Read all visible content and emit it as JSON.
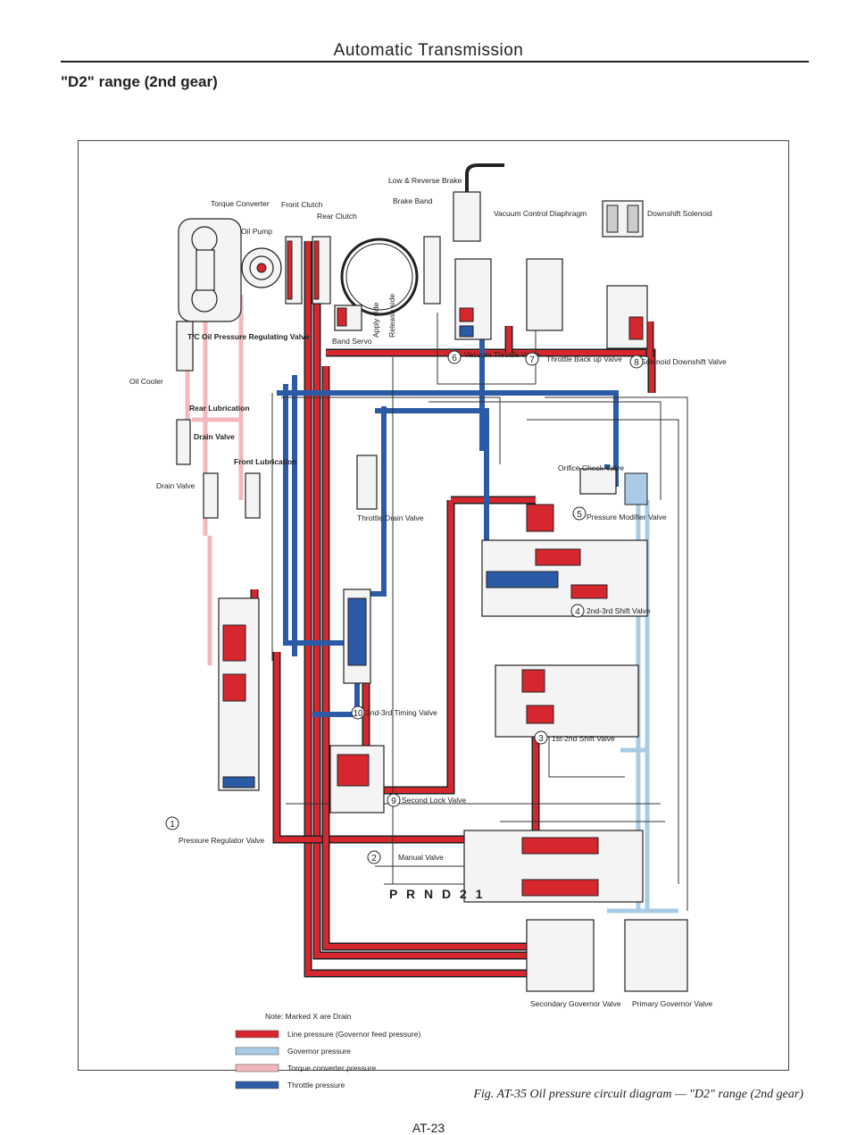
{
  "header": {
    "title": "Automatic Transmission",
    "subtitle": "\"D2\" range (2nd gear)"
  },
  "labels": {
    "torque_converter": "Torque Converter",
    "oil_pump": "Oil Pump",
    "front_clutch": "Front Clutch",
    "rear_clutch": "Rear Clutch",
    "low_reverse_brake": "Low & Reverse Brake",
    "brake_band": "Brake Band",
    "vacuum_control_diaphragm": "Vacuum Control Diaphragm",
    "downshift_solenoid": "Downshift Solenoid",
    "tc_oil_pressure_regulating_valve": "T/C Oil Pressure Regulating Valve",
    "oil_cooler": "Oil Cooler",
    "rear_lubrication": "Rear Lubrication",
    "drain_valve_upper": "Drain Valve",
    "drain_valve": "Drain Valve",
    "front_lubrication": "Front Lubrication",
    "band_servo": "Band Servo",
    "apply_side": "Apply side",
    "release_side": "Release side",
    "vacuum_throttle_valve": "Vacuum Throttle Valve",
    "throttle_back_up_valve": "Throttle Back up Valve",
    "solenoid_downshift_valve": "Solenoid Downshift Valve",
    "orifice_check_valve": "Orifice Check Valve",
    "throttle_drain_valve": "Throttle Drain Valve",
    "pressure_modifier_valve": "Pressure Modifier Valve",
    "shift_2_3_valve": "2nd-3rd Shift Valve",
    "timing_2_3_valve": "2nd-3rd Timing Valve",
    "shift_1_2_valve": "1st-2nd Shift Valve",
    "second_lock_valve": "Second Lock Valve",
    "pressure_regulator_valve": "Pressure Regulator Valve",
    "manual_valve": "Manual Valve",
    "selector": "P R N D 2 1",
    "secondary_governor_valve": "Secondary Governor Valve",
    "primary_governor_valve": "Primary Governor Valve"
  },
  "markers": {
    "m1": "1",
    "m2": "2",
    "m3": "3",
    "m4": "4",
    "m5": "5",
    "m6": "6",
    "m7": "7",
    "m8": "8",
    "m9": "9",
    "m10": "10"
  },
  "legend": {
    "note": "Note: Marked X are Drain",
    "items": [
      {
        "label": "Line pressure (Governor feed pressure)",
        "color": "#d6262e"
      },
      {
        "label": "Governor pressure",
        "color": "#a9cbe6"
      },
      {
        "label": "Torque converter pressure",
        "color": "#f2b8bd"
      },
      {
        "label": "Throttle pressure",
        "color": "#2b5aa6"
      }
    ]
  },
  "caption": "Fig. AT-35 Oil pressure circuit diagram — \"D2\" range (2nd gear)",
  "footer": "AT-23"
}
